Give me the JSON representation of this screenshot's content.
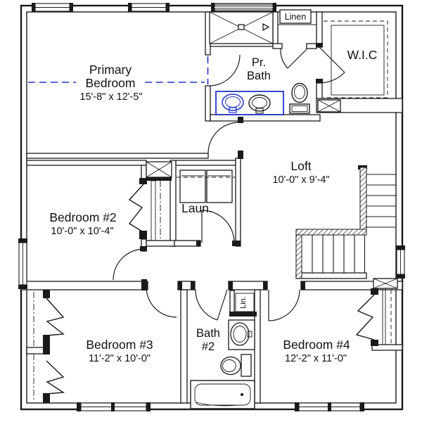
{
  "title": "Second floor residential floor plan",
  "colors": {
    "wall": "#1a1a1a",
    "accent_blue": "#2233cc",
    "shaded_window": "#9e9e9e",
    "background": "#ffffff"
  },
  "rooms": {
    "primary_bedroom": {
      "label_line1": "Primary",
      "label_line2": "Bedroom",
      "dims": "15'-8\" x 12'-5\""
    },
    "primary_bath": {
      "label_line1": "Pr.",
      "label_line2": "Bath"
    },
    "linen_closet": {
      "label": "Linen"
    },
    "walk_in_closet": {
      "label": "W.I.C"
    },
    "loft": {
      "label": "Loft",
      "dims": "10'-0\" x 9'-4\""
    },
    "bedroom_2": {
      "label": "Bedroom #2",
      "dims": "10'-0\" x 10'-4\""
    },
    "laundry": {
      "label": "Laun."
    },
    "bedroom_3": {
      "label": "Bedroom #3",
      "dims": "11'-2\" x 10'-0\""
    },
    "bath_2": {
      "label_line1": "Bath",
      "label_line2": "#2",
      "linen_label": "Lin."
    },
    "bedroom_4": {
      "label": "Bedroom #4",
      "dims": "12'-2\" x 11'-0\""
    }
  }
}
